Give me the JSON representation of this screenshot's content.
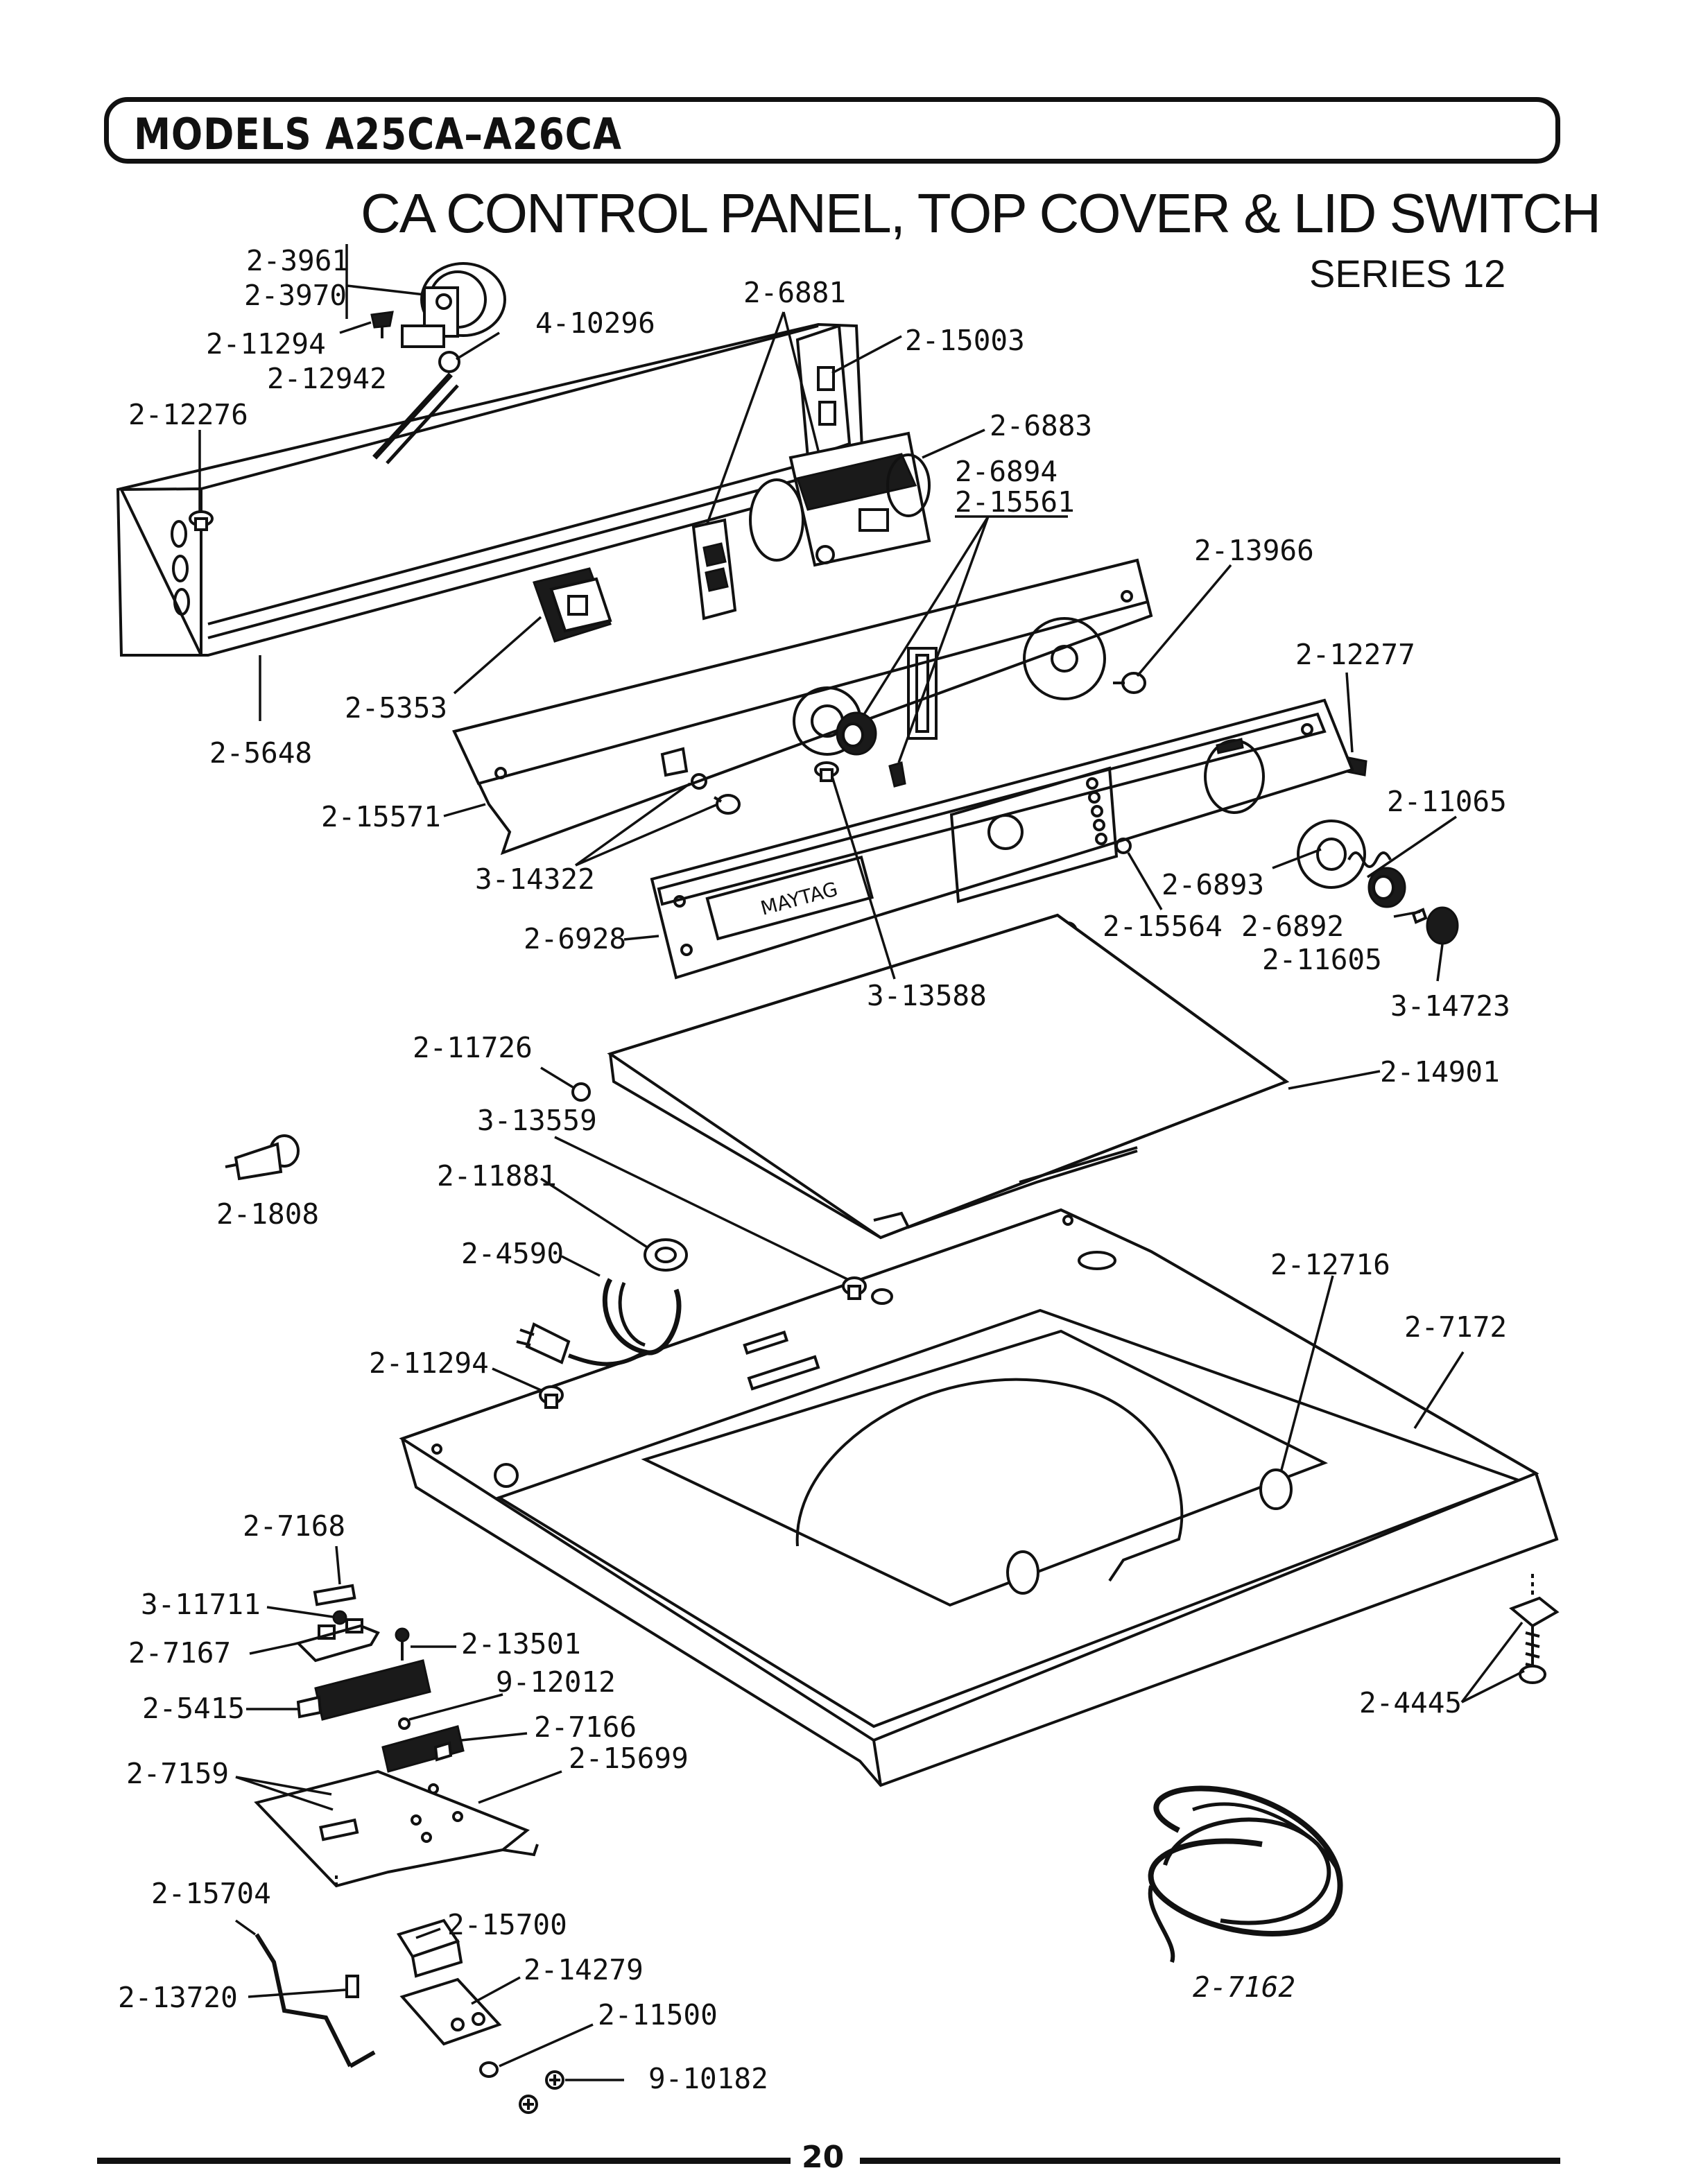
{
  "header": {
    "models": "MODELS A25CA–A26CA"
  },
  "title": "CA CONTROL PANEL, TOP COVER & LID SWITCH",
  "series": "SERIES 12",
  "brand_plate": "MAYTAG",
  "page_number": "20",
  "callouts": {
    "p2_3961": "2-3961",
    "p2_3970": "2-3970",
    "p2_11294_a": "2-11294",
    "p4_10296": "4-10296",
    "p2_12942": "2-12942",
    "p2_12276": "2-12276",
    "p2_6881": "2-6881",
    "p2_15003": "2-15003",
    "p2_6883": "2-6883",
    "p2_6894": "2-6894",
    "p2_15561": "2-15561",
    "p2_13966": "2-13966",
    "p2_12277": "2-12277",
    "p2_5353": "2-5353",
    "p2_5648": "2-5648",
    "p2_15571": "2-15571",
    "p3_14322": "3-14322",
    "p2_11065": "2-11065",
    "p2_6893": "2-6893",
    "p2_15564": "2-15564",
    "p2_6892": "2-6892",
    "p2_11605": "2-11605",
    "p2_6928": "2-6928",
    "p3_13588": "3-13588",
    "p3_14723": "3-14723",
    "p2_11726": "2-11726",
    "p2_14901": "2-14901",
    "p3_13559": "3-13559",
    "p2_1808": "2-1808",
    "p2_11881": "2-11881",
    "p2_4590": "2-4590",
    "p2_12716": "2-12716",
    "p2_7172": "2-7172",
    "p2_11294_b": "2-11294",
    "p2_7168": "2-7168",
    "p3_11711": "3-11711",
    "p2_7167": "2-7167",
    "p2_13501": "2-13501",
    "p9_12012": "9-12012",
    "p2_5415": "2-5415",
    "p2_7166": "2-7166",
    "p2_7159": "2-7159",
    "p2_15699": "2-15699",
    "p2_4445": "2-4445",
    "p2_15704": "2-15704",
    "p2_15700": "2-15700",
    "p2_14279": "2-14279",
    "p2_13720": "2-13720",
    "p2_11500": "2-11500",
    "p2_7162": "2-7162",
    "p9_10182": "9-10182"
  }
}
